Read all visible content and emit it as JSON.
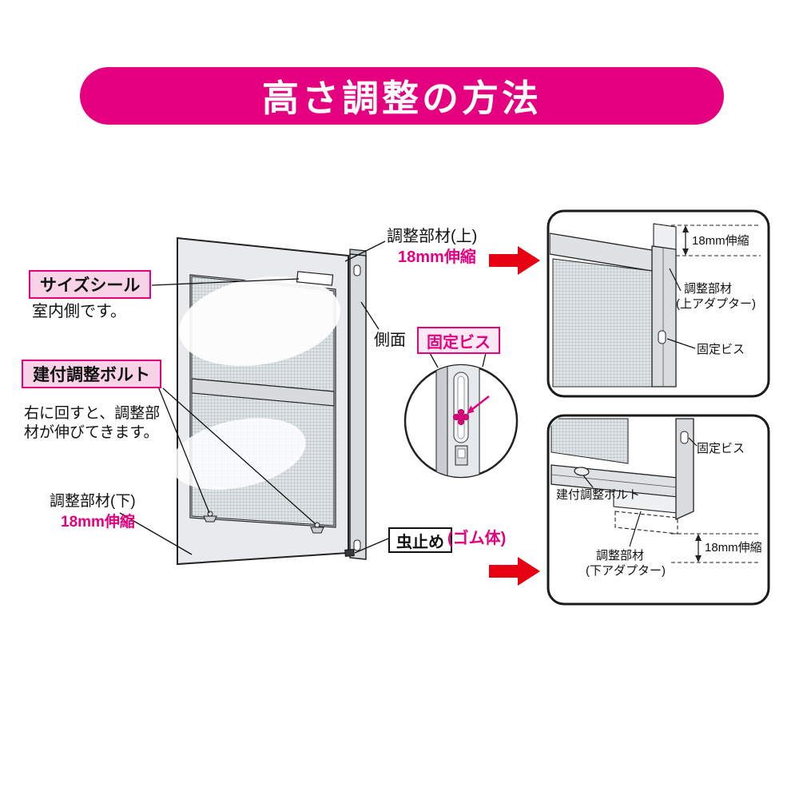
{
  "title": "高さ調整の方法",
  "colors": {
    "magenta": "#E4007F",
    "pink_box_bg": "#F8D2E6",
    "red_arrow": "#E60012"
  },
  "callouts": {
    "size_seal": "サイズシール",
    "indoor": "室内側です。",
    "adjust_bolt": "建付調整ボルト",
    "bolt_note": "右に回すと、調整部\n材が伸びてきます。",
    "member_lower": "調整部材(下)",
    "member_lower_stretch": "18mm伸縮",
    "member_upper": "調整部材(上)",
    "member_upper_stretch": "18mm伸縮",
    "side": "側面",
    "fixing_screw": "固定ビス",
    "insect_stop": "虫止め",
    "rubber_body": "(ゴム体)"
  },
  "inset_top": {
    "stretch": "18mm伸縮",
    "member": "調整部材",
    "member_sub": "(上アダプター)",
    "screw": "固定ビス"
  },
  "inset_bottom": {
    "screw": "固定ビス",
    "bolt": "建付調整ボルト",
    "member": "調整部材",
    "member_sub": "(下アダプター)",
    "stretch": "18mm伸縮"
  }
}
